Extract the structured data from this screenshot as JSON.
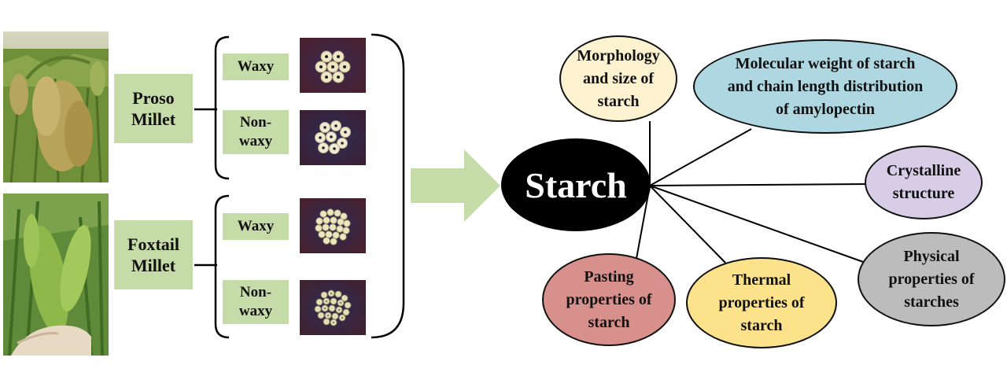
{
  "photos": [
    {
      "name": "proso-millet-photo",
      "icon": "proso-millet-plant-image"
    },
    {
      "name": "foxtail-millet-photo",
      "icon": "foxtail-millet-plant-image"
    }
  ],
  "millets": [
    {
      "label": "Proso\nMillet",
      "types": [
        {
          "label": "Waxy",
          "icon": "grain-sample-image"
        },
        {
          "label": "Non-\nwaxy",
          "icon": "grain-sample-image"
        }
      ]
    },
    {
      "label": "Foxtail\nMillet",
      "types": [
        {
          "label": "Waxy",
          "icon": "grain-sample-image"
        },
        {
          "label": "Non-\nwaxy",
          "icon": "grain-sample-image"
        }
      ]
    }
  ],
  "arrow_icon": "right-arrow-icon",
  "hub": {
    "label": "Starch"
  },
  "properties": [
    {
      "label": "Morphology\nand size of\nstarch",
      "color": "#fdf2d0"
    },
    {
      "label": "Molecular weight of starch\nand chain length distribution\nof amylopectin",
      "color": "#aed7e2"
    },
    {
      "label": "Crystalline\nstructure",
      "color": "#d7cde6"
    },
    {
      "label": "Physical\nproperties of\nstarches",
      "color": "#bcbcbc"
    },
    {
      "label": "Thermal\nproperties of\nstarch",
      "color": "#fde28c"
    },
    {
      "label": "Pasting\nproperties of\nstarch",
      "color": "#d8908c"
    }
  ],
  "colors": {
    "label_box": "#c5dba8",
    "arrow": "#c5dba8",
    "hub": "#000000"
  }
}
